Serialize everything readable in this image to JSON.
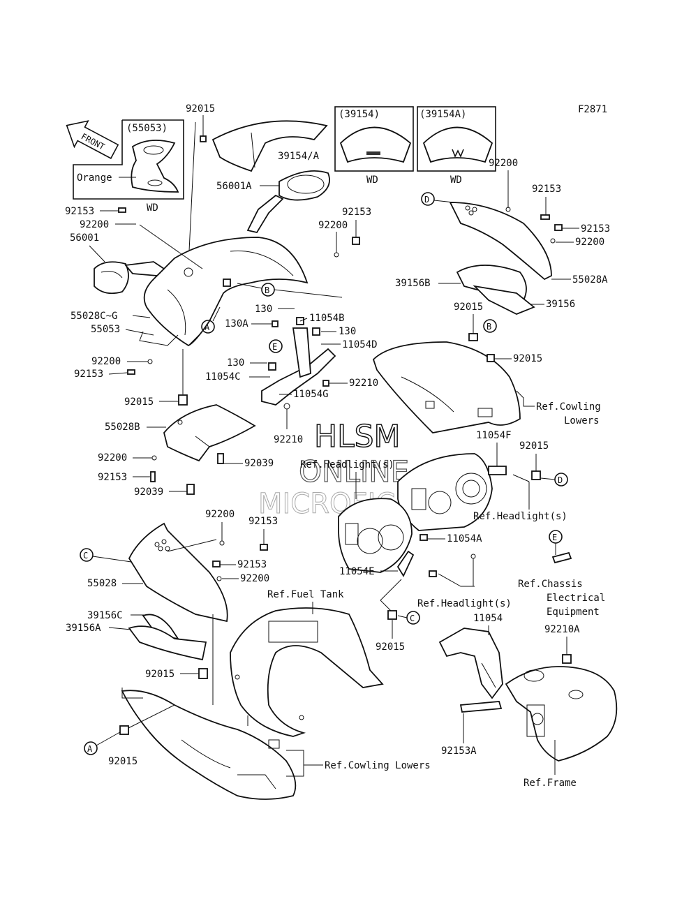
{
  "figure_id": "F2871",
  "watermark": {
    "line1": "HLSM",
    "line2": "ONLINE",
    "line3": "MICROFICHE"
  },
  "front_label": "FRONT",
  "insets": {
    "cowl_55053": {
      "title": "(55053)",
      "note": "Orange",
      "sub": "WD"
    },
    "screen_39154": {
      "title": "(39154)",
      "sub": "WD"
    },
    "screen_39154A": {
      "title": "(39154A)",
      "sub": "WD"
    }
  },
  "callouts": {
    "A": "A",
    "B": "B",
    "C": "C",
    "D": "D",
    "E": "E"
  },
  "part_labels": {
    "p92015_top": "92015",
    "p39154A": "39154/A",
    "p56001A": "56001A",
    "p92153_l1": "92153",
    "p92200_l1": "92200",
    "p56001": "56001",
    "p55028CG": "55028C~G",
    "p55053": "55053",
    "p92200_l2": "92200",
    "p92153_l2": "92153",
    "p92015_l": "92015",
    "p55028B": "55028B",
    "p92200_l3": "92200",
    "p92153_l3": "92153",
    "p92039_a": "92039",
    "p92039_b": "92039",
    "p92153_c": "92153",
    "p92200_c": "92200",
    "p130_a": "130",
    "p130A": "130A",
    "p11054B": "11054B",
    "p130_b": "130",
    "p11054D": "11054D",
    "p130_c": "130",
    "p11054C": "11054C",
    "p92210_a": "92210",
    "p11054G": "11054G",
    "p92210_b": "92210",
    "p92200_r1": "92200",
    "p92153_r1": "92153",
    "p92153_r2": "92153",
    "p92200_r2": "92200",
    "p39156B": "39156B",
    "p55028A": "55028A",
    "p39156": "39156",
    "p92015_r1": "92015",
    "p92015_r2": "92015",
    "ref_cowling_lowers_1a": "Ref.Cowling",
    "ref_cowling_lowers_1b": "Lowers",
    "p11054F": "11054F",
    "p92015_r3": "92015",
    "ref_headlight_1": "Ref.Headlight(s)",
    "ref_headlight_2": "Ref.Headlight(s)",
    "p11054A": "11054A",
    "p11054E": "11054E",
    "ref_headlight_3": "Ref.Headlight(s)",
    "ref_chassis_a": "Ref.Chassis",
    "ref_chassis_b": "Electrical",
    "ref_chassis_c": "Equipment",
    "p92200_m": "92200",
    "p92153_m1": "92153",
    "p92153_m2": "92153",
    "p92200_m2": "92200",
    "p55028": "55028",
    "ref_fuel_tank": "Ref.Fuel Tank",
    "p39156C": "39156C",
    "p39156A": "39156A",
    "p92015_m": "92015",
    "p92015_b": "92015",
    "p11054": "11054",
    "p92015_mr": "92015",
    "p92210A": "92210A",
    "p92153A": "92153A",
    "ref_frame": "Ref.Frame",
    "ref_cowling_lowers_2": "Ref.Cowling Lowers"
  }
}
